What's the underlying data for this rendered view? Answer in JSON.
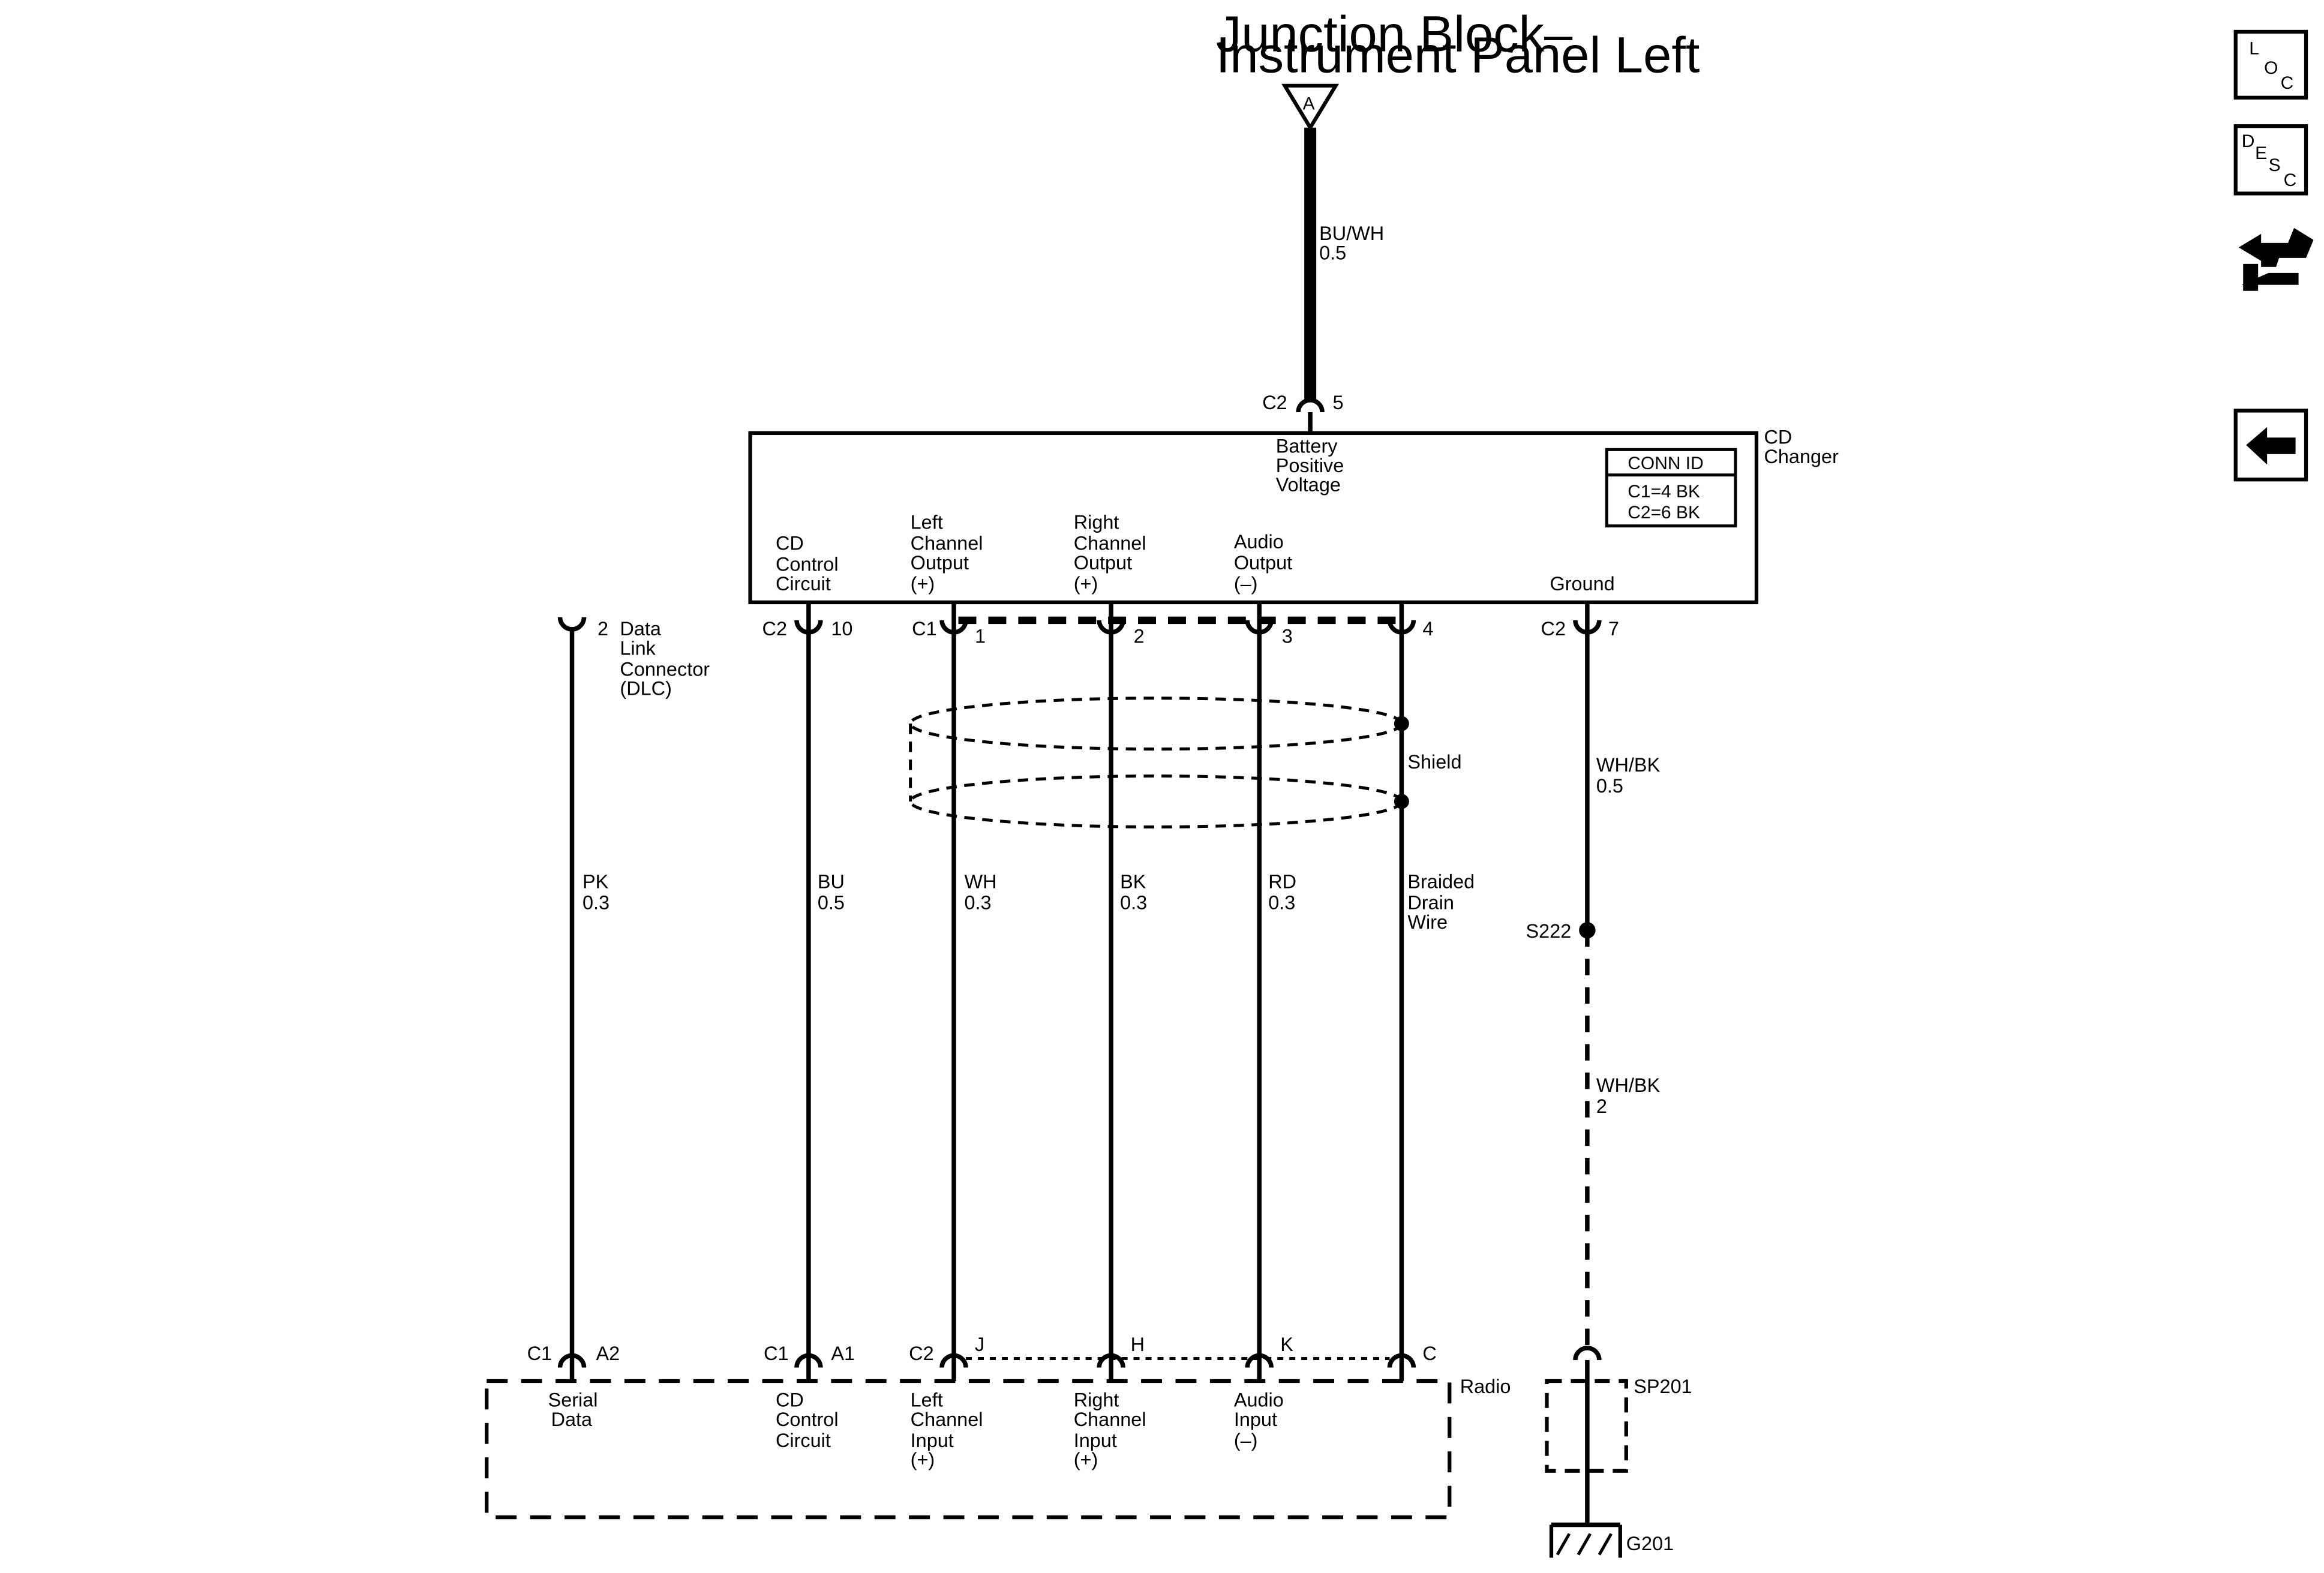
{
  "source": {
    "lines": [
      "Junction Block–",
      "Instrument Panel Left"
    ],
    "terminal": "A"
  },
  "feed_wire": {
    "color": "BU/WH",
    "gauge": "0.5"
  },
  "feed_pin": {
    "connector": "C2",
    "pin": "5"
  },
  "cd_changer": {
    "name": [
      "CD",
      "Changer"
    ],
    "battery_label": [
      "Battery",
      "Positive",
      "Voltage"
    ],
    "conn_id": {
      "title": "CONN ID",
      "lines": [
        "C1=4 BK",
        "C2=6 BK"
      ]
    },
    "cd_control": [
      "CD",
      "Control",
      "Circuit"
    ],
    "left_out": [
      "Left",
      "Channel",
      "Output",
      "(+)"
    ],
    "right_out": [
      "Right",
      "Channel",
      "Output",
      "(+)"
    ],
    "audio_out": [
      "Audio",
      "Output",
      "(–)"
    ],
    "ground": "Ground"
  },
  "upper_pins": {
    "dlc_pin": "2",
    "dlc_label": [
      "Data",
      "Link",
      "Connector",
      "(DLC)"
    ],
    "cd_conn": "C2",
    "cd_pin": "10",
    "left_conn": "C1",
    "left_pin": "1",
    "right_pin": "2",
    "audio_pin": "3",
    "drain_pin": "4",
    "ground_conn": "C2",
    "ground_pin": "7"
  },
  "shield": {
    "label": "Shield",
    "drain_label": [
      "Braided",
      "Drain",
      "Wire"
    ]
  },
  "wires": {
    "dlc": {
      "color": "PK",
      "gauge": "0.3"
    },
    "cd_control": {
      "color": "BU",
      "gauge": "0.5"
    },
    "left": {
      "color": "WH",
      "gauge": "0.3"
    },
    "right": {
      "color": "BK",
      "gauge": "0.3"
    },
    "audio": {
      "color": "RD",
      "gauge": "0.3"
    },
    "ground_upper": {
      "color": "WH/BK",
      "gauge": "0.5"
    },
    "ground_lower": {
      "color": "WH/BK",
      "gauge": "2"
    }
  },
  "splice": {
    "name": "S222"
  },
  "lower_pins": {
    "serial_conn": "C1",
    "serial_pin": "A2",
    "cd_conn": "C1",
    "cd_pin": "A1",
    "left_conn": "C2",
    "left_pin": "J",
    "right_pin": "H",
    "audio_pin": "K",
    "drain_pin": "C"
  },
  "radio": {
    "name": "Radio",
    "serial": [
      "Serial",
      "Data"
    ],
    "cd_control": [
      "CD",
      "Control",
      "Circuit"
    ],
    "left_in": [
      "Left",
      "Channel",
      "Input",
      "(+)"
    ],
    "right_in": [
      "Right",
      "Channel",
      "Input",
      "(+)"
    ],
    "audio_in": [
      "Audio",
      "Input",
      "(–)"
    ]
  },
  "splice_pack": "SP201",
  "ground_point": "G201",
  "nav": {
    "loc": [
      "L",
      "O",
      "C"
    ],
    "desc": [
      "D",
      "E",
      "S",
      "C"
    ]
  }
}
